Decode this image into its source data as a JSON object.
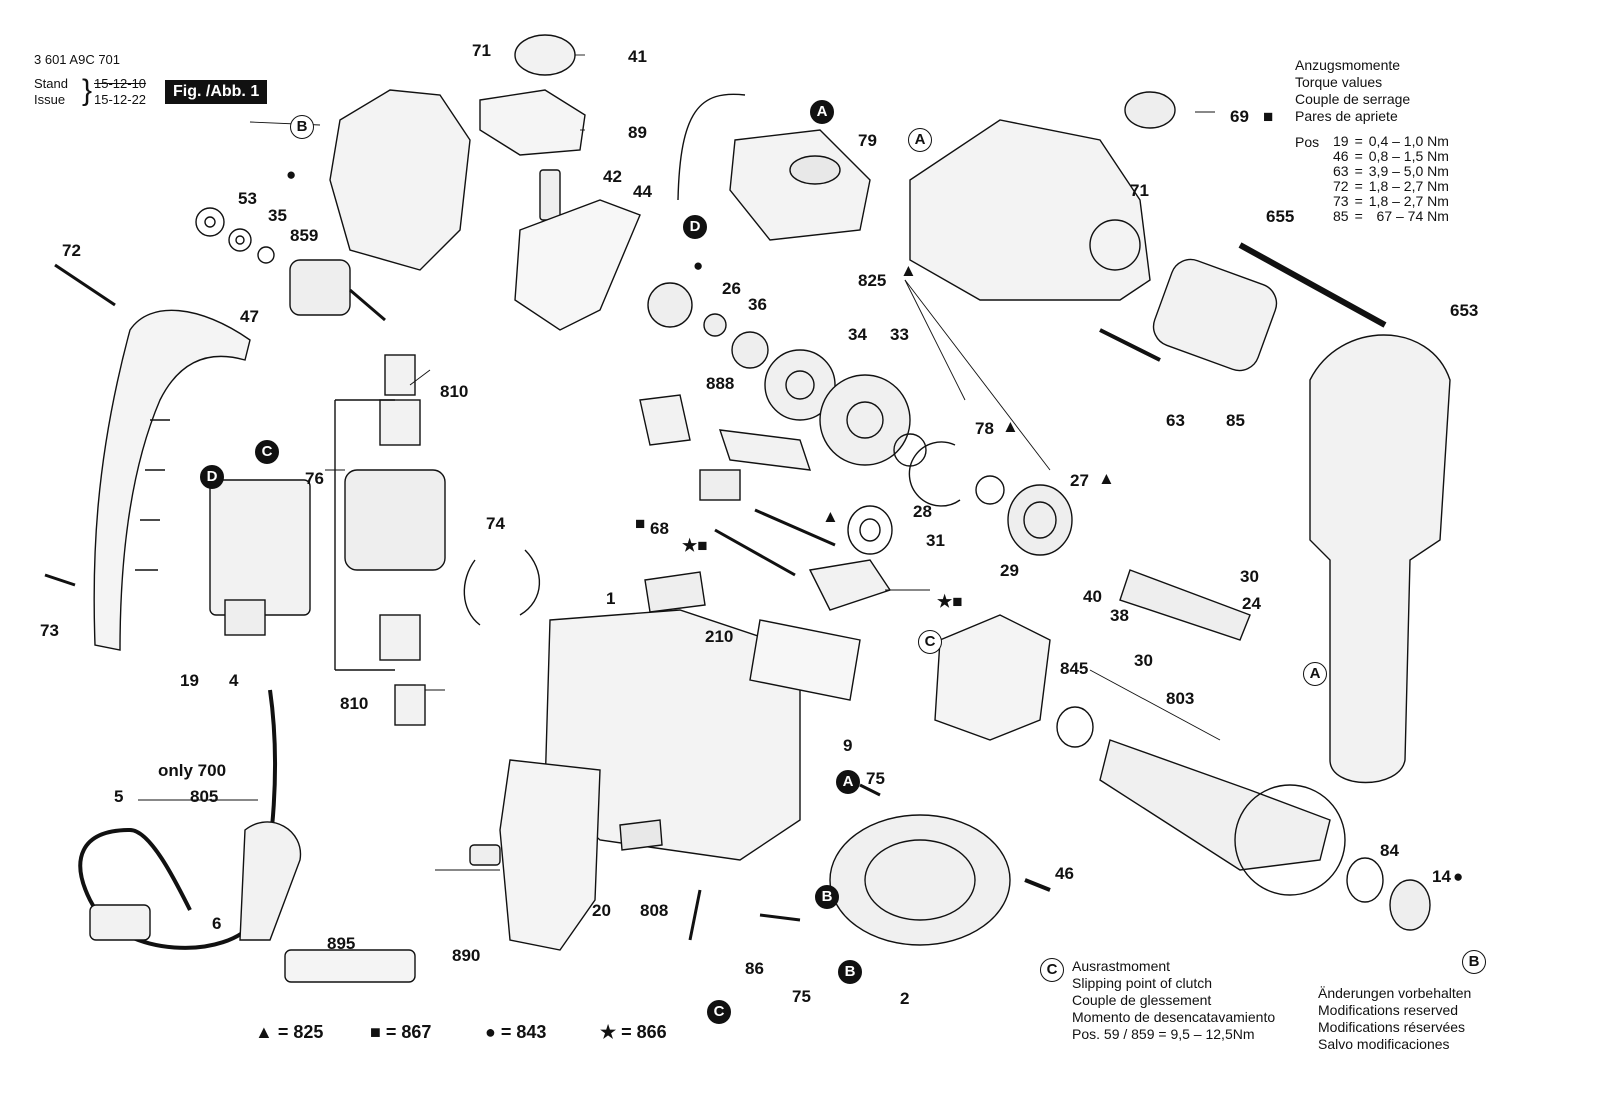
{
  "header": {
    "part_number": "3 601 A9C 701",
    "stand_label": "Stand",
    "stand_date_old": "15-12-10",
    "issue_label": "Issue",
    "issue_date": "15-12-22",
    "figure_label": "Fig. /Abb. 1"
  },
  "torque": {
    "titles": [
      "Anzugsmomente",
      "Torque values",
      "Couple de serrage",
      "Pares de apriete"
    ],
    "pos_label": "Pos",
    "rows": [
      {
        "pos": "19",
        "eq": "=",
        "range": "0,4 – 1,0 Nm"
      },
      {
        "pos": "46",
        "eq": "=",
        "range": "0,8 – 1,5 Nm"
      },
      {
        "pos": "63",
        "eq": "=",
        "range": "3,9 – 5,0 Nm"
      },
      {
        "pos": "72",
        "eq": "=",
        "range": "1,8 – 2,7 Nm"
      },
      {
        "pos": "73",
        "eq": "=",
        "range": "1,8 – 2,7 Nm"
      },
      {
        "pos": "85",
        "eq": "=",
        "range": "67 – 74 Nm"
      }
    ]
  },
  "clutch": {
    "lines": [
      "Ausrastmoment",
      "Slipping point of clutch",
      "Couple de glessement",
      "Momento de desencatavamiento"
    ],
    "pos_line": "Pos.  59 / 859  =   9,5  – 12,5Nm"
  },
  "changes": {
    "lines": [
      "Änderungen vorbehalten",
      "Modifications reserved",
      "Modifications réservées",
      "Salvo modificaciones"
    ]
  },
  "legend": {
    "triangle": "▲ = 825",
    "square": "■ = 867",
    "dot": "● = 843",
    "star": "★ = 866"
  },
  "labels": {
    "p71a": "71",
    "p41": "41",
    "p89": "89",
    "p42": "42",
    "p44": "44",
    "p53": "53",
    "p35": "35",
    "p859": "859",
    "p72": "72",
    "p47": "47",
    "p810a": "810",
    "p76": "76",
    "p810b": "810",
    "p74": "74",
    "p73": "73",
    "p19": "19",
    "p4": "4",
    "p79": "79",
    "p26": "26",
    "p36": "36",
    "p34": "34",
    "p33": "33",
    "p888": "888",
    "p68": "68",
    "p31": "31",
    "p1": "1",
    "p210": "210",
    "p9": "9",
    "p75a": "75",
    "p46": "46",
    "p2": "2",
    "p86": "86",
    "p75b": "75",
    "p808": "808",
    "p890": "890",
    "p20": "20",
    "p895": "895",
    "p5": "5",
    "p805": "805",
    "only700": "only 700",
    "p6": "6",
    "p825": "825",
    "p78": "78",
    "p27": "27",
    "p28": "28",
    "p29": "29",
    "p40": "40",
    "p38": "38",
    "p30a": "30",
    "p24": "24",
    "p30b": "30",
    "p63": "63",
    "p85": "85",
    "p655": "655",
    "p653": "653",
    "p69": "69",
    "p71b": "71",
    "p845": "845",
    "p803": "803",
    "p84": "84",
    "p14": "14"
  },
  "markers": {
    "A": "A",
    "B": "B",
    "C": "C",
    "D": "D"
  }
}
